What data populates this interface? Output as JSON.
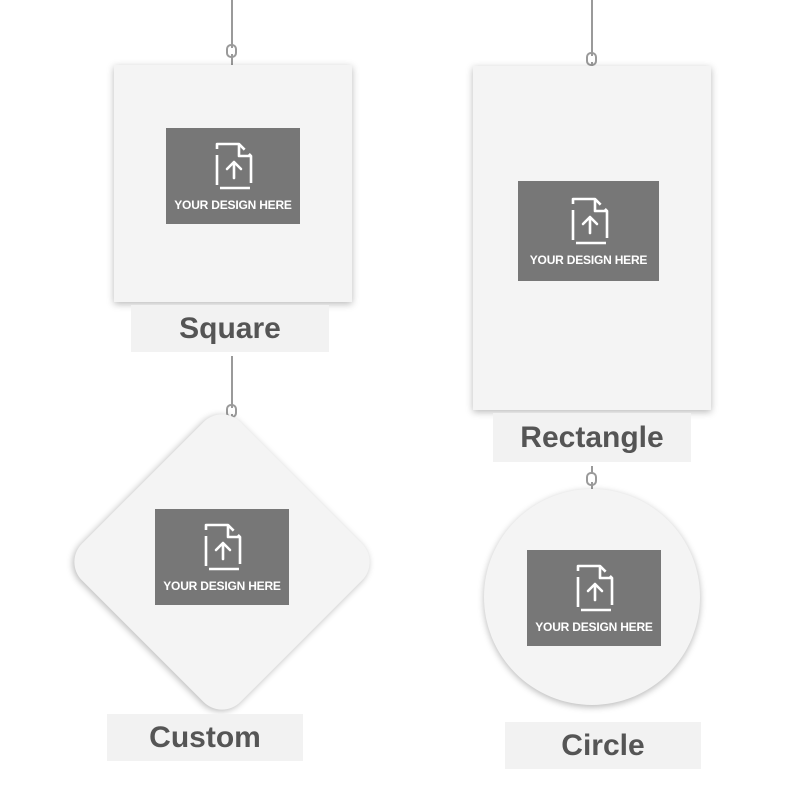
{
  "placeholder_text": "YOUR DESIGN HERE",
  "icons": {
    "upload": "file-upload-icon"
  },
  "colors": {
    "background": "#ffffff",
    "sign_fill": "#f4f4f4",
    "placeholder_fill": "#777777",
    "label_bg": "#f2f2f2",
    "label_text": "#555555",
    "wire": "#9a9a9a"
  },
  "shapes": {
    "square": {
      "label": "Square",
      "placeholder": "YOUR DESIGN HERE"
    },
    "rectangle": {
      "label": "Rectangle",
      "placeholder": "YOUR DESIGN HERE"
    },
    "custom": {
      "label": "Custom",
      "placeholder": "YOUR DESIGN HERE"
    },
    "circle": {
      "label": "Circle",
      "placeholder": "YOUR DESIGN HERE"
    }
  }
}
